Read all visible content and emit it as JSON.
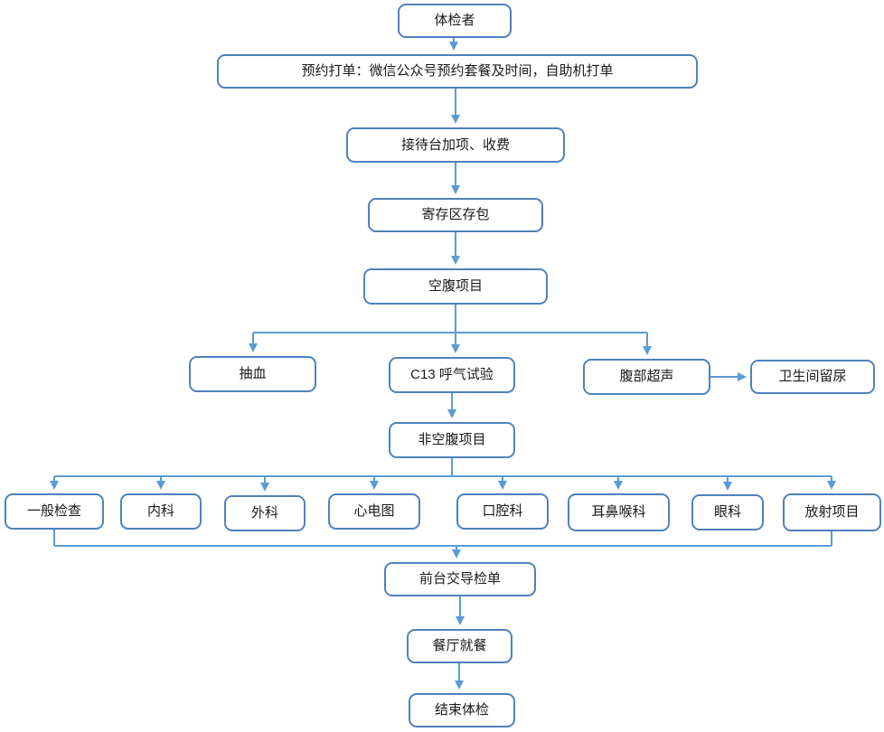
{
  "nodes": {
    "examinee": {
      "label": "体检者"
    },
    "appointment": {
      "label": "预约打单：微信公众号预约套餐及时间，自助机打单"
    },
    "reception": {
      "label": "接待台加项、收费"
    },
    "storage": {
      "label": "寄存区存包"
    },
    "fasting": {
      "label": "空腹项目"
    },
    "blood_draw": {
      "label": "抽血"
    },
    "c13_breath_test": {
      "label": "C13 呼气试验"
    },
    "abdominal_ultrasound": {
      "label": "腹部超声"
    },
    "restroom_urine": {
      "label": "卫生间留尿"
    },
    "non_fasting": {
      "label": "非空腹项目"
    },
    "general_exam": {
      "label": "一般检查"
    },
    "internal_medicine": {
      "label": "内科"
    },
    "surgery": {
      "label": "外科"
    },
    "ecg": {
      "label": "心电图"
    },
    "dental": {
      "label": "口腔科"
    },
    "ent": {
      "label": "耳鼻喉科"
    },
    "ophthalmology": {
      "label": "眼科"
    },
    "radiology": {
      "label": "放射项目"
    },
    "front_desk_submit": {
      "label": "前台交导检单"
    },
    "dining": {
      "label": "餐厅就餐"
    },
    "end_exam": {
      "label": "结束体检"
    }
  },
  "colors": {
    "box_border": "#4f81bd",
    "connector": "#5b9bd5",
    "text": "#1a1a1a",
    "background": "#ffffff"
  }
}
